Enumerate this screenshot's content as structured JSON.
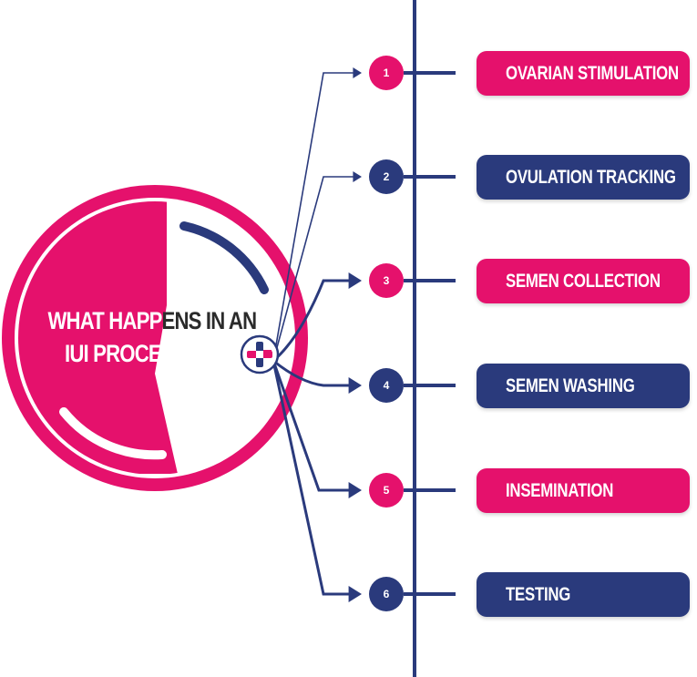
{
  "colors": {
    "pink": "#e5116c",
    "navy": "#2a3a7c",
    "white": "#ffffff",
    "dark_text": "#2b2b2b"
  },
  "hub": {
    "title_line1_white": "WHAT HAPP",
    "title_line1_dark": "ENS IN AN",
    "title_line2": "IUI PROCEDURE?",
    "icon": "medical-cross-icon"
  },
  "steps": [
    {
      "number": "1",
      "label": "OVARIAN  STIMULATION",
      "color": "pink"
    },
    {
      "number": "2",
      "label": "OVULATION TRACKING",
      "color": "navy"
    },
    {
      "number": "3",
      "label": "SEMEN COLLECTION",
      "color": "pink"
    },
    {
      "number": "4",
      "label": "SEMEN WASHING",
      "color": "navy"
    },
    {
      "number": "5",
      "label": "INSEMINATION",
      "color": "pink"
    },
    {
      "number": "6",
      "label": "TESTING",
      "color": "navy"
    }
  ]
}
